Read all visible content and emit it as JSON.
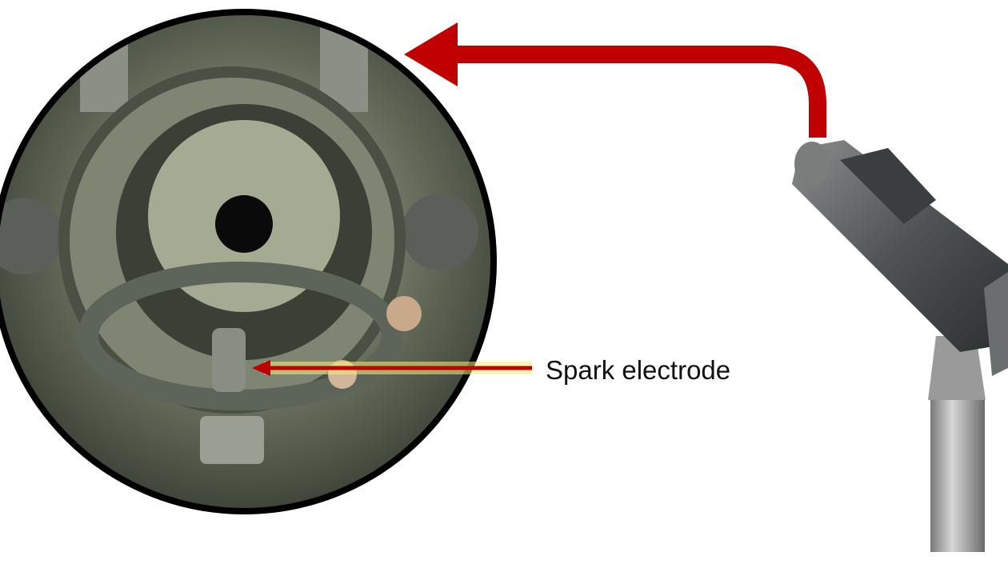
{
  "annotation": {
    "label": "Spark electrode"
  },
  "colors": {
    "arrow": "#c00000",
    "highlight": "#f4f07a",
    "metal": "#6f7466",
    "torch": "#55595a",
    "border": "#000000"
  },
  "icons": {
    "main_arrow": "curved-arrow-left",
    "pointer_arrow": "arrow-left"
  }
}
